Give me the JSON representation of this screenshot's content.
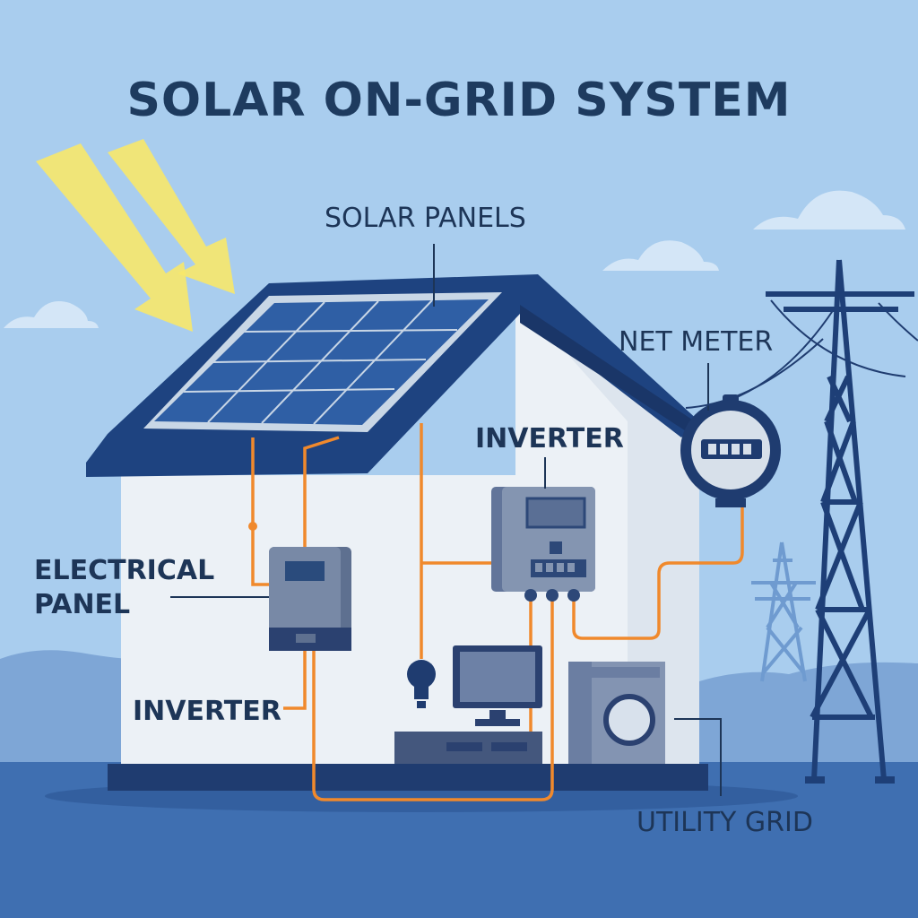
{
  "title": "SOLAR ON-GRID SYSTEM",
  "labels": {
    "solar_panels": "SOLAR PANELS",
    "net_meter": "NET METER",
    "inverter_top": "INVERTER",
    "electrical_panel_line1": "ELECTRICAL",
    "electrical_panel_line2": "PANEL",
    "inverter_bottom": "INVERTER",
    "utility_grid": "UTILITY GRID"
  },
  "colors": {
    "sky": "#a9cdee",
    "ground": "#3f6fb1",
    "roof": "#1d3f79",
    "house_wall": "#ecf1f6",
    "wire": "#f0892c",
    "sun_ray": "#f6e35a",
    "text": "#1d3557"
  },
  "icons": [
    "sun-rays",
    "solar-panel",
    "electrical-panel-box",
    "inverter-box",
    "net-meter-dial",
    "light-bulb",
    "computer-monitor",
    "washing-machine",
    "power-pylon",
    "transmission-tower"
  ]
}
